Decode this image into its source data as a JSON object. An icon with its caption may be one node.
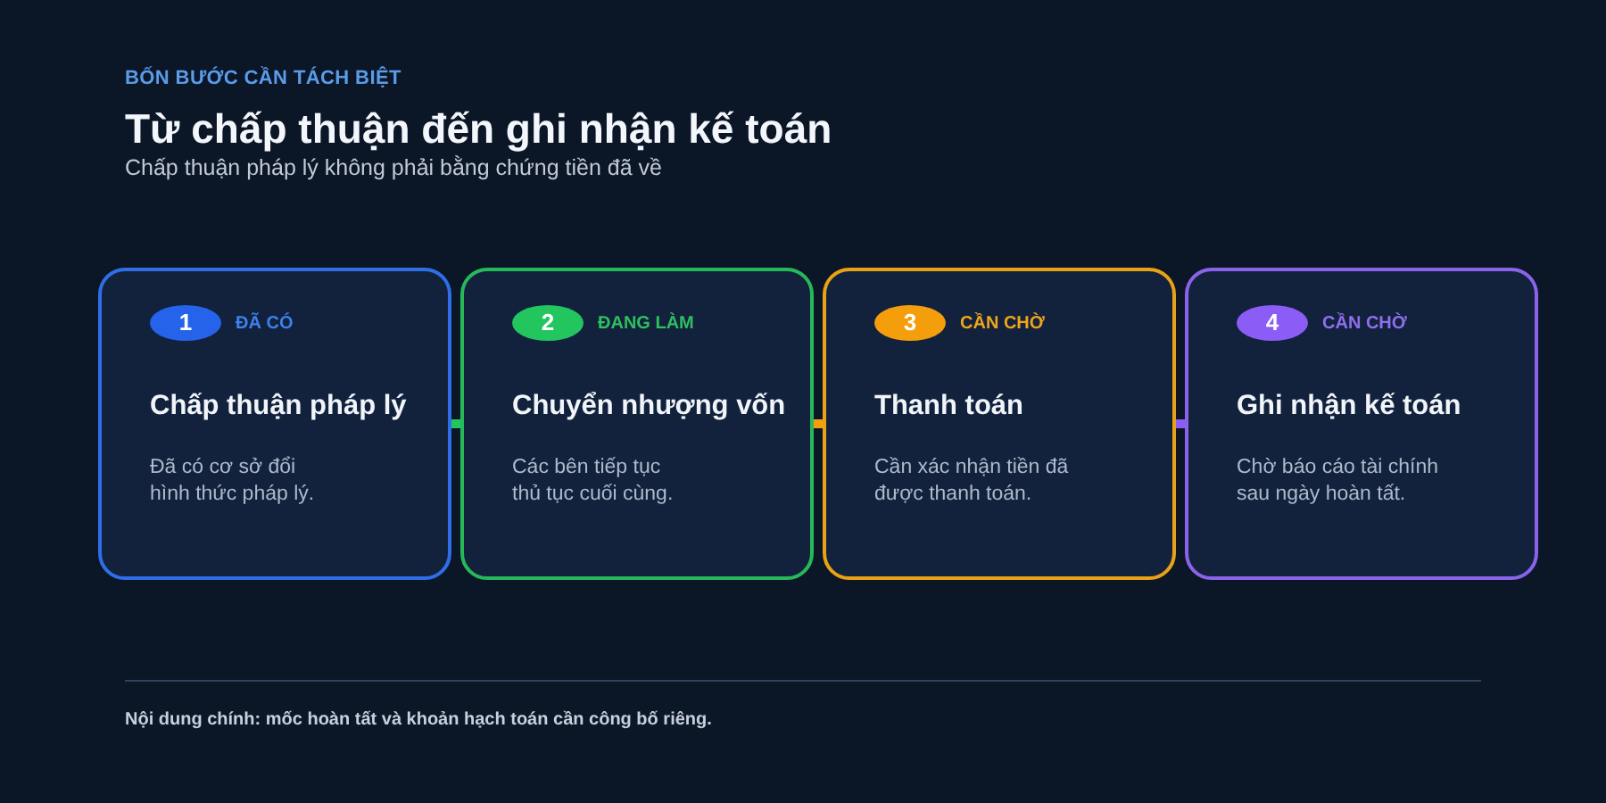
{
  "diagram": {
    "title": "Từ chấp thuận đến ghi nhận kế toán",
    "caption": "Nội dung chính: mốc hoàn tất và khoản hạch toán cần công bố riêng.",
    "nodes": [
      {
        "text": [
          "ĐÃ CÓ",
          "Chấp thuận pháp lý",
          "Đã có cơ sở đổi hình thức pháp lý."
        ]
      },
      {
        "text": [
          "1"
        ],
        "in": 0
      },
      {
        "text": [
          "ĐANG LÀM",
          "Chuyển nhượng vốn",
          "Các bên tiếp tục thủ tục cuối cùng."
        ]
      },
      {
        "text": [
          "2"
        ],
        "in": 2
      },
      {
        "text": [
          "CẦN CHỜ",
          "Thanh toán",
          "Cần xác nhận tiền đã được thanh toán."
        ]
      },
      {
        "text": [
          "3"
        ],
        "in": 4
      },
      {
        "text": [
          "CẦN CHỜ",
          "Ghi nhận kế toán",
          "Chờ báo cáo tài chính sau ngày hoàn tất."
        ]
      },
      {
        "text": [
          "4"
        ],
        "in": 6
      }
    ],
    "edges": [
      {
        "from": 0,
        "to": 2,
        "arrow": "none",
        "color": "#22c55e"
      },
      {
        "from": 2,
        "to": 4,
        "arrow": "none",
        "color": "#f59e0b"
      },
      {
        "from": 4,
        "to": 6,
        "arrow": "none",
        "color": "#8b5cf6"
      }
    ],
    "labels": [
      "BỐN BƯỚC CẦN TÁCH BIỆT",
      "Chấp thuận pháp lý không phải bằng chứng tiền đã về"
    ]
  }
}
